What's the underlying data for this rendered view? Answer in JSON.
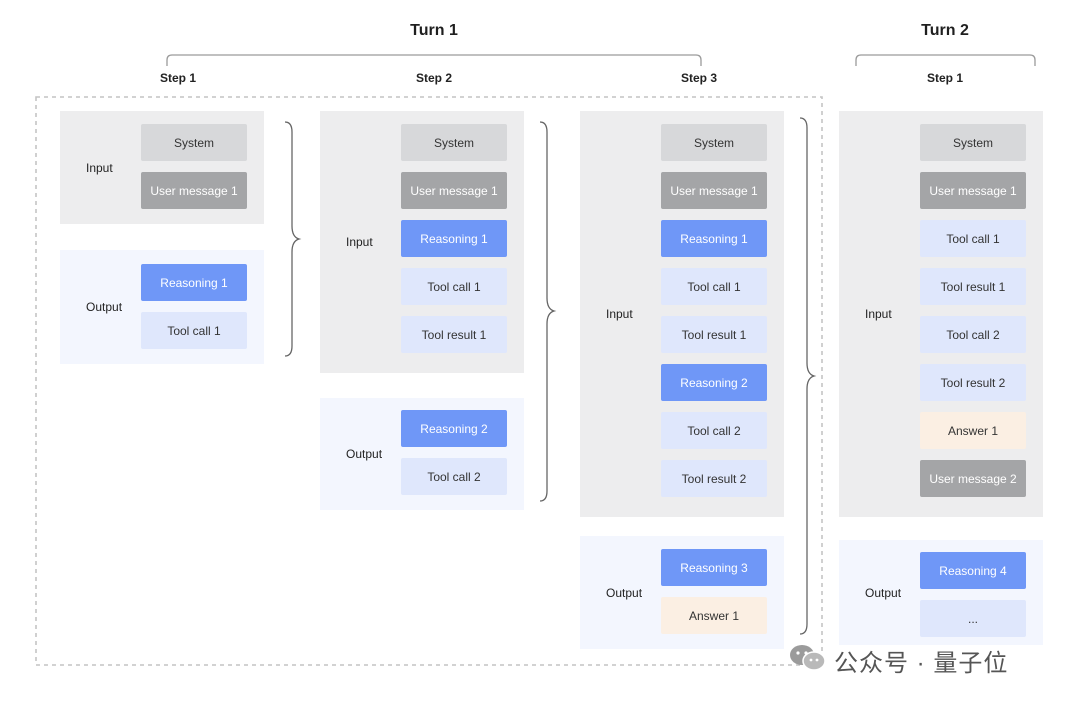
{
  "turns": [
    {
      "title": "Turn 1",
      "steps": [
        "Step 1",
        "Step 2",
        "Step 3"
      ]
    },
    {
      "title": "Turn 2",
      "steps": [
        "Step 1"
      ]
    }
  ],
  "labels": {
    "input": "Input",
    "output": "Output"
  },
  "columns": [
    {
      "input": [
        {
          "text": "System",
          "kind": "system"
        },
        {
          "text": "User message 1",
          "kind": "user"
        }
      ],
      "output": [
        {
          "text": "Reasoning 1",
          "kind": "reasoning"
        },
        {
          "text": "Tool call 1",
          "kind": "tool"
        }
      ]
    },
    {
      "input": [
        {
          "text": "System",
          "kind": "system"
        },
        {
          "text": "User message 1",
          "kind": "user"
        },
        {
          "text": "Reasoning 1",
          "kind": "reasoning"
        },
        {
          "text": "Tool call 1",
          "kind": "tool"
        },
        {
          "text": "Tool result 1",
          "kind": "tool"
        }
      ],
      "output": [
        {
          "text": "Reasoning 2",
          "kind": "reasoning"
        },
        {
          "text": "Tool call 2",
          "kind": "tool"
        }
      ]
    },
    {
      "input": [
        {
          "text": "System",
          "kind": "system"
        },
        {
          "text": "User message 1",
          "kind": "user"
        },
        {
          "text": "Reasoning 1",
          "kind": "reasoning"
        },
        {
          "text": "Tool call 1",
          "kind": "tool"
        },
        {
          "text": "Tool result 1",
          "kind": "tool"
        },
        {
          "text": "Reasoning 2",
          "kind": "reasoning"
        },
        {
          "text": "Tool call 2",
          "kind": "tool"
        },
        {
          "text": "Tool result 2",
          "kind": "tool"
        }
      ],
      "output": [
        {
          "text": "Reasoning 3",
          "kind": "reasoning"
        },
        {
          "text": "Answer 1",
          "kind": "answer"
        }
      ]
    },
    {
      "input": [
        {
          "text": "System",
          "kind": "system"
        },
        {
          "text": "User message 1",
          "kind": "user"
        },
        {
          "text": "Tool call 1",
          "kind": "tool"
        },
        {
          "text": "Tool result 1",
          "kind": "tool"
        },
        {
          "text": "Tool call 2",
          "kind": "tool"
        },
        {
          "text": "Tool result 2",
          "kind": "tool"
        },
        {
          "text": "Answer 1",
          "kind": "answer"
        },
        {
          "text": "User message 2",
          "kind": "user"
        }
      ],
      "output": [
        {
          "text": "Reasoning 4",
          "kind": "reasoning"
        },
        {
          "text": "...",
          "kind": "dots"
        }
      ]
    }
  ],
  "colors": {
    "system": "#d7d8da",
    "user": "#a4a5a7",
    "reasoning": "#6f97f7",
    "tool": "#dfe7fc",
    "answer": "#fbefe3",
    "input_panel": "#ededee",
    "output_panel": "#f3f6fe"
  },
  "watermark": {
    "icon": "wechat-icon",
    "text": "公众号 · 量子位"
  }
}
